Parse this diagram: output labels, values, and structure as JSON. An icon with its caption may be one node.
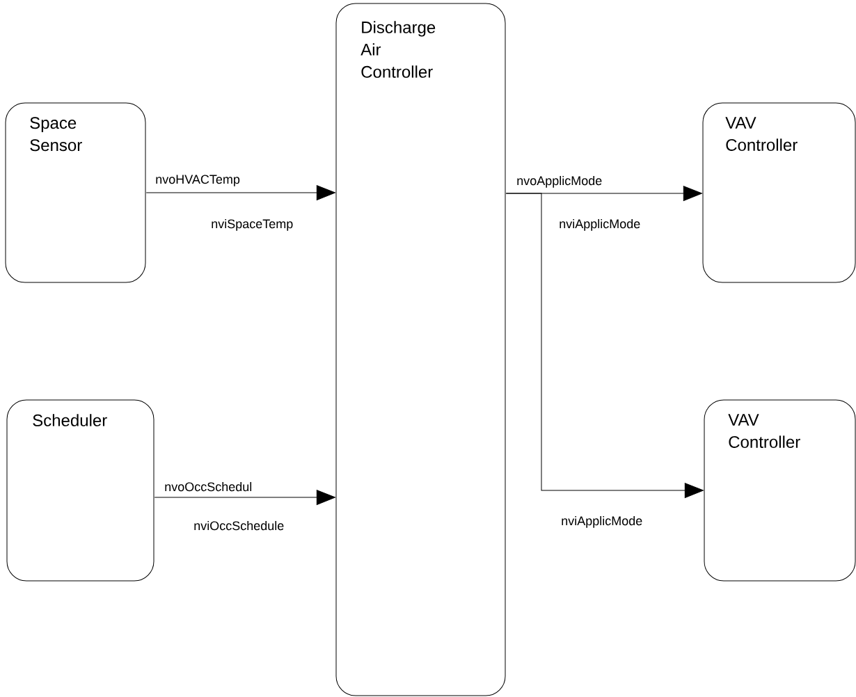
{
  "diagram": {
    "nodes": [
      {
        "text": [
          "Space Sensor"
        ]
      },
      {
        "text": [
          "Scheduler"
        ]
      },
      {
        "text": [
          "Discharge Air Controller"
        ]
      },
      {
        "text": [
          "VAV Controller"
        ]
      },
      {
        "text": [
          "VAV Controller"
        ]
      }
    ],
    "edges": [
      {
        "from": 0,
        "to": 2,
        "arrow": "to",
        "label": "nvoHVACTemp"
      },
      {
        "from": 1,
        "to": 2,
        "arrow": "to",
        "label": "nvoOccSchedul"
      },
      {
        "from": 2,
        "to": 3,
        "arrow": "to",
        "label": "nvoApplicMode"
      },
      {
        "from": 2,
        "to": 4,
        "arrow": "to",
        "label": "nviApplicMode"
      }
    ],
    "labels": [
      "nviSpaceTemp",
      "nviApplicMode",
      "nviOccSchedule"
    ]
  }
}
